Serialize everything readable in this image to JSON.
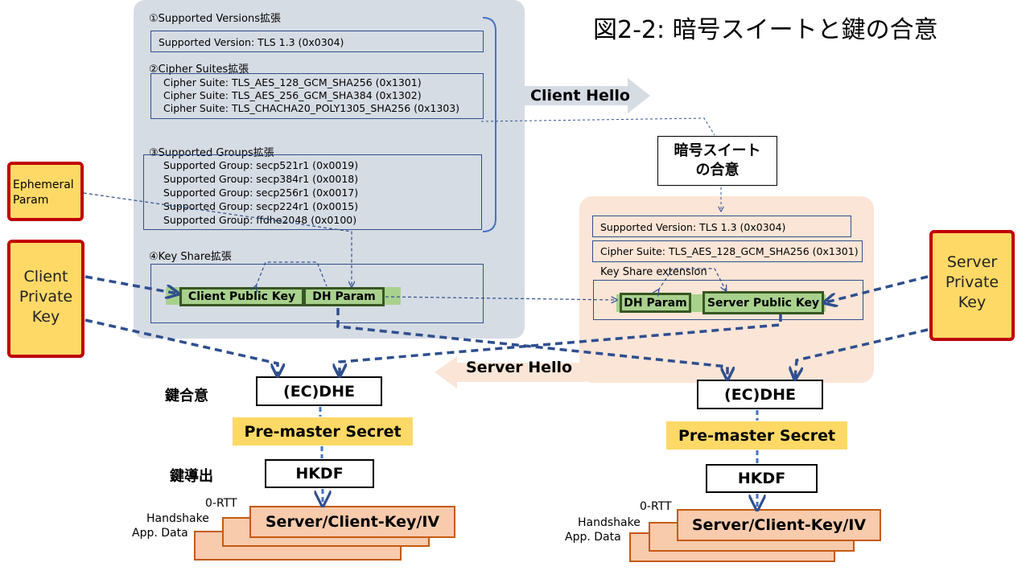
{
  "title": "図2-2: 暗号スイートと鍵の合意",
  "client_hello": {
    "label": "Client Hello",
    "ext1_title": "①Supported Versions拡張",
    "ext1_lines": [
      "Supported Version: TLS 1.3 (0x0304)"
    ],
    "ext2_title": "②Cipher Suites拡張",
    "ext2_lines": [
      "Cipher Suite: TLS_AES_128_GCM_SHA256 (0x1301)",
      "Cipher Suite: TLS_AES_256_GCM_SHA384 (0x1302)",
      "Cipher Suite: TLS_CHACHA20_POLY1305_SHA256 (0x1303)"
    ],
    "ext3_title": "③Supported Groups拡張",
    "ext3_lines": [
      "Supported Group: secp521r1 (0x0019)",
      "Supported Group: secp384r1 (0x0018)",
      "Supported Group: secp256r1 (0x0017)",
      "Supported Group: secp224r1 (0x0015)",
      "Supported Group: ffdhe2048 (0x0100)"
    ],
    "ext4_title": "④Key Share拡張",
    "client_public_key": "Client Public Key",
    "dh_param": "DH Param"
  },
  "agreement_box": {
    "line1": "暗号スイート",
    "line2": "の合意"
  },
  "server_hello": {
    "label": "Server Hello",
    "version": "Supported Version: TLS 1.3 (0x0304)",
    "cipher": "Cipher Suite: TLS_AES_128_GCM_SHA256 (0x1301)",
    "key_share_title": "Key Share extension",
    "dh_param": "DH Param",
    "server_public_key": "Server Public Key"
  },
  "ephemeral": {
    "line1": "Ephemeral",
    "line2": "Param"
  },
  "client_private": {
    "line1": "Client",
    "line2": "Private",
    "line3": "Key"
  },
  "server_private": {
    "line1": "Server",
    "line2": "Private",
    "line3": "Key"
  },
  "left_flow": {
    "key_agreement_label": "鍵合意",
    "key_derivation_label": "鍵導出",
    "ecdhe": "(EC)DHE",
    "pms": "Pre-master Secret",
    "hkdf": "HKDF",
    "keys": "Server/Client-Key/IV",
    "stack_labels": [
      "0-RTT",
      "Handshake",
      "App. Data"
    ]
  },
  "right_flow": {
    "ecdhe": "(EC)DHE",
    "pms": "Pre-master Secret",
    "hkdf": "HKDF",
    "keys": "Server/Client-Key/IV",
    "stack_labels": [
      "0-RTT",
      "Handshake",
      "App. Data"
    ]
  },
  "colors": {
    "client_panel": "#d6dce4",
    "server_panel": "#fbe5d6",
    "arrow_dark": "#2f4f8f",
    "key_green": "#a9d18e",
    "yellow": "#ffd966",
    "red_border": "#c00000",
    "orange": "#f8cbad",
    "orange_border": "#c55a11"
  }
}
